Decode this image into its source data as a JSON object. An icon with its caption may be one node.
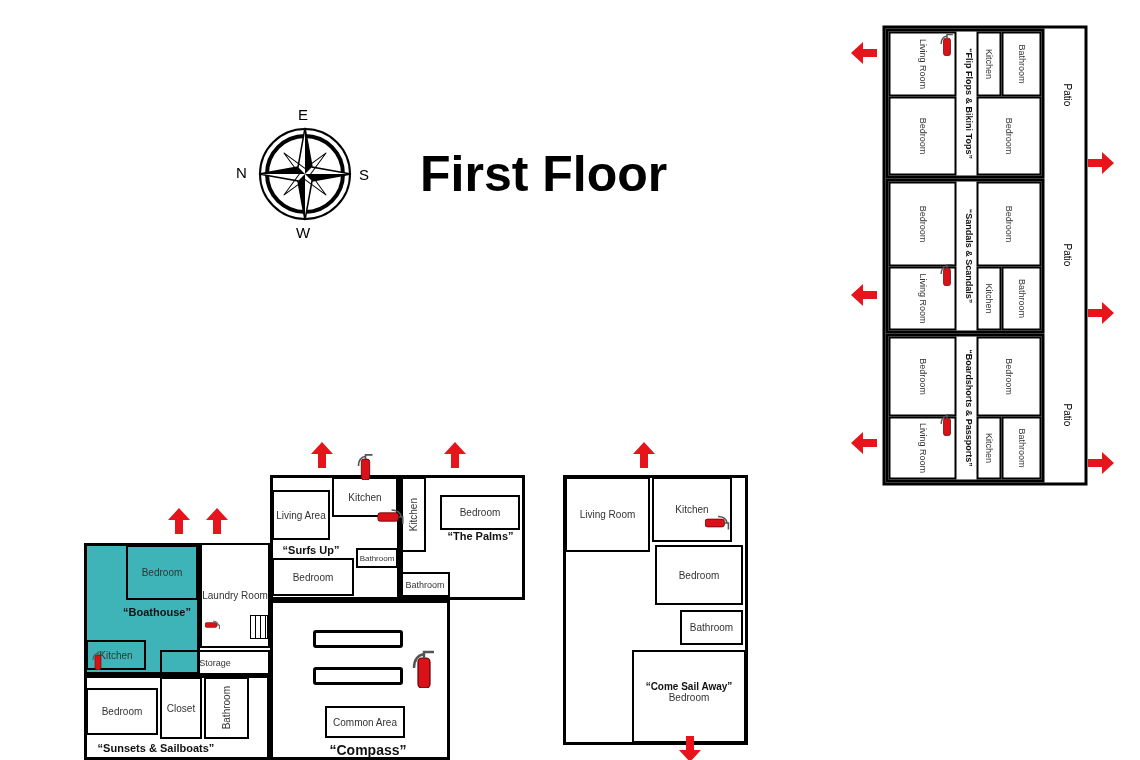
{
  "diagram": {
    "title": "First Floor",
    "nodes": [
      {
        "text": [
          "“Flip Flops & Bikini Tops”"
        ]
      },
      {
        "text": [
          "Living Room"
        ],
        "in": 0
      },
      {
        "text": [
          "Kitchen"
        ],
        "in": 0
      },
      {
        "text": [
          "Bathroom"
        ],
        "in": 0
      },
      {
        "text": [
          "Bedroom"
        ],
        "in": 0
      },
      {
        "text": [
          "Bedroom"
        ],
        "in": 0
      },
      {
        "text": [
          "“Sandals & Scandals”"
        ]
      },
      {
        "text": [
          "Bedroom"
        ],
        "in": 6
      },
      {
        "text": [
          "Bedroom"
        ],
        "in": 6
      },
      {
        "text": [
          "Living Room"
        ],
        "in": 6
      },
      {
        "text": [
          "Kitchen"
        ],
        "in": 6
      },
      {
        "text": [
          "Bathroom"
        ],
        "in": 6
      },
      {
        "text": [
          "“Boardshorts & Passports”"
        ]
      },
      {
        "text": [
          "Bedroom"
        ],
        "in": 12
      },
      {
        "text": [
          "Bedroom"
        ],
        "in": 12
      },
      {
        "text": [
          "Living Room"
        ],
        "in": 12
      },
      {
        "text": [
          "Kitchen"
        ],
        "in": 12
      },
      {
        "text": [
          "Bathroom"
        ],
        "in": 12
      },
      {
        "text": [
          "“Surfs Up”"
        ]
      },
      {
        "text": [
          "Living Area"
        ],
        "in": 18
      },
      {
        "text": [
          "Kitchen"
        ],
        "in": 18
      },
      {
        "text": [
          "Bathroom"
        ],
        "in": 18
      },
      {
        "text": [
          "Bedroom"
        ],
        "in": 18
      },
      {
        "text": [
          "“The Palms”"
        ]
      },
      {
        "text": [
          "Kitchen"
        ],
        "in": 23
      },
      {
        "text": [
          "Bedroom"
        ],
        "in": 23
      },
      {
        "text": [
          "Bathroom"
        ],
        "in": 23
      },
      {
        "text": [
          "“Boathouse”"
        ]
      },
      {
        "text": [
          "Bedroom"
        ],
        "in": 27
      },
      {
        "text": [
          "Kitchen"
        ],
        "in": 27
      },
      {
        "text": [
          "Laundry Room"
        ]
      },
      {
        "text": [
          "Storage"
        ]
      },
      {
        "text": [
          "“Sunsets & Sailboats”"
        ]
      },
      {
        "text": [
          "Bedroom"
        ],
        "in": 32
      },
      {
        "text": [
          "Closet"
        ],
        "in": 32
      },
      {
        "text": [
          "Bathroom"
        ],
        "in": 32
      },
      {
        "text": [
          "“Compass”"
        ]
      },
      {
        "text": [
          "Common Area"
        ],
        "in": 36
      },
      {
        "text": [],
        "shape": "box"
      },
      {
        "text": [
          "Living Room"
        ],
        "in": 38
      },
      {
        "text": [
          "Kitchen"
        ],
        "in": 38
      },
      {
        "text": [
          "Bedroom"
        ],
        "in": 38
      },
      {
        "text": [
          "Bathroom"
        ],
        "in": 38
      },
      {
        "text": [
          "“Come Sail Away”",
          "Bedroom"
        ],
        "in": 38
      },
      {
        "text": [],
        "shape": "bar",
        "in": 36
      },
      {
        "text": [],
        "shape": "bar",
        "in": 36
      }
    ],
    "labels": [
      "E",
      "N",
      "S",
      "W",
      "Patio",
      "Patio",
      "Patio"
    ]
  }
}
